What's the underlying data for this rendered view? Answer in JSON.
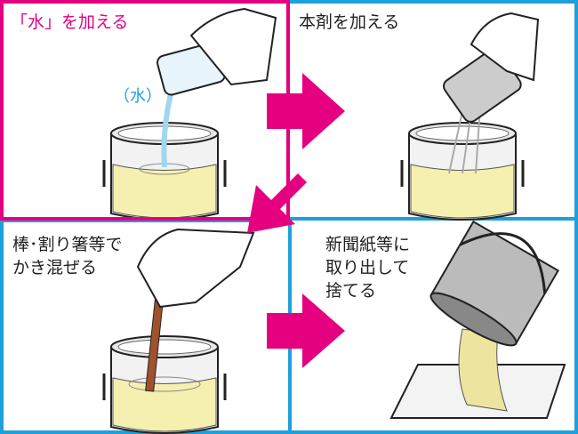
{
  "steps": [
    {
      "label": "「水」を加える",
      "sub": "（水）"
    },
    {
      "label": "本剤を加える"
    },
    {
      "label": "棒･割り箸等で\nかき混ぜる"
    },
    {
      "label": "新聞紙等に\n取り出して\n捨てる"
    }
  ],
  "colors": {
    "accent": "#e4007f",
    "border": "#1ea0dc",
    "liquid": "#f6f0b0"
  }
}
